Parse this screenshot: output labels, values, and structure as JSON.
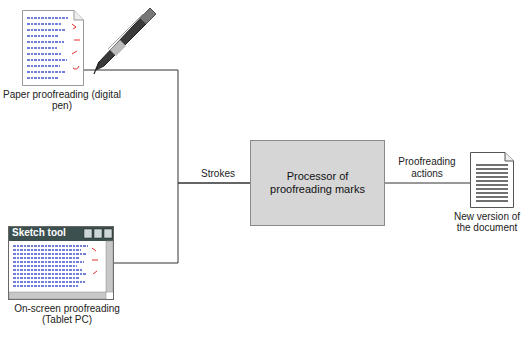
{
  "diagram": {
    "nodes": [
      {
        "text": [
          "Paper proofreading (digital pen)"
        ]
      },
      {
        "text": [
          "Processor of proofreading marks"
        ]
      },
      {
        "text": [
          "New version of the document"
        ]
      },
      {
        "text": [
          "Sketch tool",
          "On-screen proofreading (Tablet PC)"
        ]
      }
    ],
    "edges": [
      {
        "from": 0,
        "to": 1,
        "label": "Strokes",
        "arrow": "none"
      },
      {
        "from": 3,
        "to": 1,
        "arrow": "none"
      },
      {
        "from": 1,
        "to": 2,
        "label": "Proofreading actions",
        "arrow": "none"
      }
    ]
  }
}
